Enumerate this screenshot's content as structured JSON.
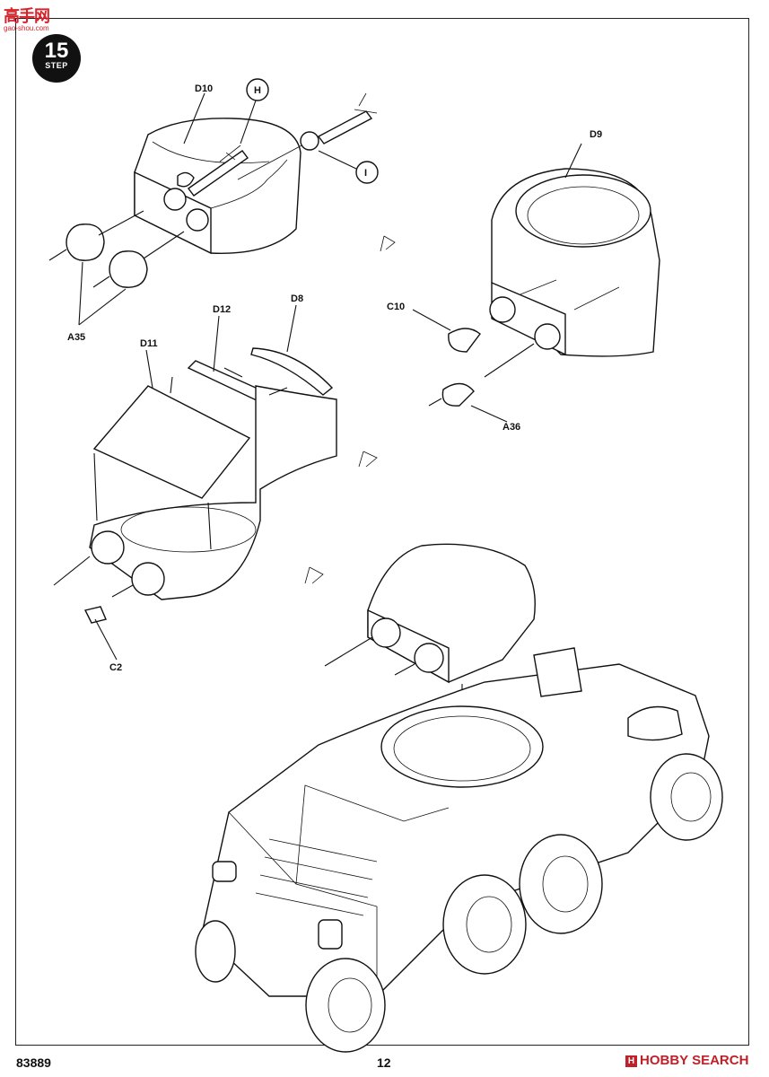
{
  "watermark_top": {
    "chinese": "高手网",
    "url": "gao-shou.com"
  },
  "step": {
    "number": "15",
    "word": "STEP"
  },
  "callouts": {
    "D10": "D10",
    "H": "H",
    "I": "I",
    "D9": "D9",
    "A35": "A35",
    "D12": "D12",
    "D8": "D8",
    "D11": "D11",
    "C10": "C10",
    "A36": "A36",
    "C2": "C2"
  },
  "footer": {
    "code": "83889",
    "page": "12",
    "watermark": "HOBBY SEARCH",
    "watermark_mark": "H"
  }
}
